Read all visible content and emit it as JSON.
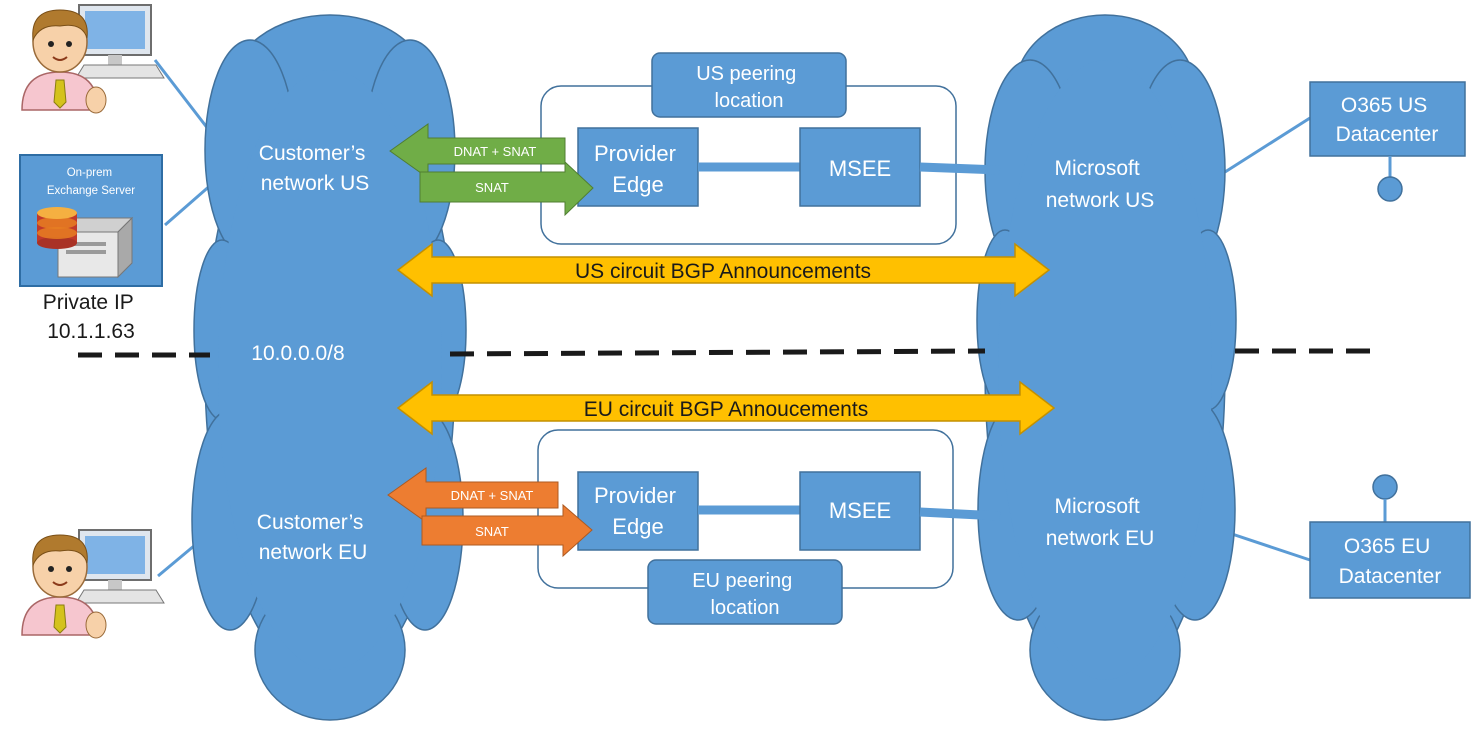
{
  "clouds": {
    "customer_us": [
      "Customer’s",
      "network US"
    ],
    "customer_prefix": "10.0.0.0/8",
    "customer_eu": [
      "Customer’s",
      "network EU"
    ],
    "microsoft_us": [
      "Microsoft",
      "network US"
    ],
    "microsoft_eu": [
      "Microsoft",
      "network EU"
    ]
  },
  "us_peering": {
    "location": [
      "US peering",
      "location"
    ],
    "provider_edge": [
      "Provider",
      "Edge"
    ],
    "msee": "MSEE",
    "arrow_in": "DNAT + SNAT",
    "arrow_out": "SNAT"
  },
  "eu_peering": {
    "location": [
      "EU peering",
      "location"
    ],
    "provider_edge": [
      "Provider",
      "Edge"
    ],
    "msee": "MSEE",
    "arrow_in": "DNAT + SNAT",
    "arrow_out": "SNAT"
  },
  "bgp": {
    "us": "US circuit BGP Announcements",
    "eu": "EU circuit BGP Annoucements"
  },
  "datacenters": {
    "us": [
      "O365 US",
      "Datacenter"
    ],
    "eu": [
      "O365 EU",
      "Datacenter"
    ]
  },
  "exchange": {
    "title": [
      "On-prem",
      "Exchange Server"
    ],
    "ip": [
      "Private IP",
      "10.1.1.63"
    ]
  },
  "colors": {
    "blue": "#5b9bd5",
    "green_arrow": "#70ad47",
    "orange_arrow": "#ed7d31",
    "yellow_arrow": "#ffc000"
  }
}
